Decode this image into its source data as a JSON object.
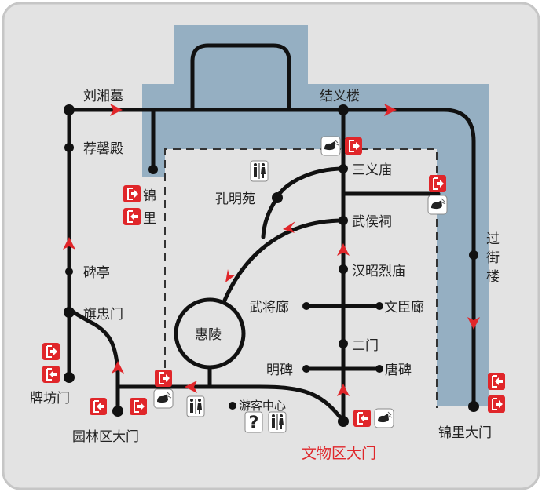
{
  "map": {
    "colors": {
      "water": "#95afc2",
      "background": "#e3e3e3",
      "route": "#111111",
      "accent": "#e0262a"
    },
    "locations": {
      "liuxiangmu": "刘湘墓",
      "jieyilou": "结义楼",
      "jianxindian": "荐馨殿",
      "sanyimiao": "三义庙",
      "kongmingyuan": "孔明苑",
      "jin": "锦",
      "li": "里",
      "wuhouci": "武侯祠",
      "guo": "过",
      "jie": "街",
      "lou": "楼",
      "beiting": "碑亭",
      "hanzhaoliemiao": "汉昭烈庙",
      "qizhongmen": "旗忠门",
      "wujianglang": "武将廊",
      "wenchenlang": "文臣廊",
      "huiling": "惠陵",
      "ermen": "二门",
      "mingbei": "明碑",
      "tangbei": "唐碑",
      "paifangmen": "牌坊门",
      "youkezhongxin": "游客中心",
      "yuanlinqudamen": "园林区大门",
      "jinlidamen": "锦里大门",
      "wenwuqudamen": "文物区大门"
    },
    "icons": {
      "exit": "exit-icon",
      "entrance": "entrance-icon",
      "ticket": "ticket-icon",
      "toilet": "toilet-icon",
      "info": "info-icon"
    }
  }
}
